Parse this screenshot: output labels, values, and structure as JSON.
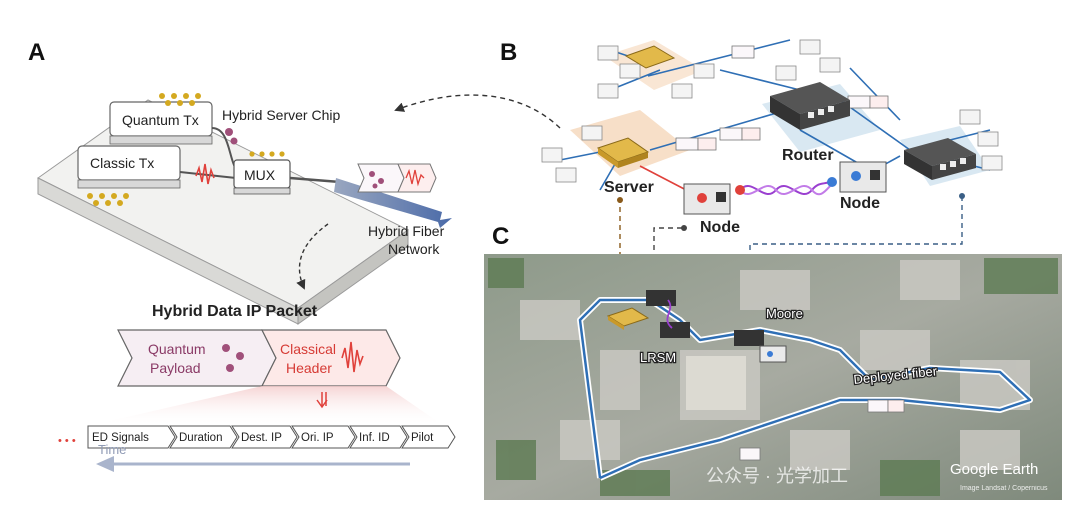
{
  "panels": {
    "a": "A",
    "b": "B",
    "c": "C"
  },
  "chip": {
    "title": "Hybrid Server Chip",
    "quantum_tx": "Quantum Tx",
    "classic_tx": "Classic Tx",
    "mux": "MUX",
    "network_line1": "Hybrid Fiber",
    "network_line2": "Network"
  },
  "packet": {
    "title": "Hybrid Data IP Packet",
    "payload_line1": "Quantum",
    "payload_line2": "Payload",
    "header_line1": "Classical",
    "header_line2": "Header",
    "segments": [
      "ED Signals",
      "Duration",
      "Dest. IP",
      "Ori. IP",
      "Inf. ID",
      "Pilot"
    ],
    "leading_dots": "• • •",
    "time_label": "Time"
  },
  "network": {
    "server": "Server",
    "router": "Router",
    "node_left": "Node",
    "node_right": "Node"
  },
  "map": {
    "lrsm": "LRSM",
    "moore": "Moore",
    "deployed_fiber": "Deployed fiber",
    "watermark": "公众号 · 光学加工",
    "google_earth": "Google Earth",
    "attribution": "Image Landsat / Copernicus"
  },
  "colors": {
    "quantum": "#a0507a",
    "classical": "#e0413b",
    "fiber_blue": "#2f6fb5",
    "server_tint": "#f6dcc2",
    "router_tint": "#d5e6f1",
    "entangle": "#9a3fd0",
    "time_arrow": "#a9b4cc"
  }
}
